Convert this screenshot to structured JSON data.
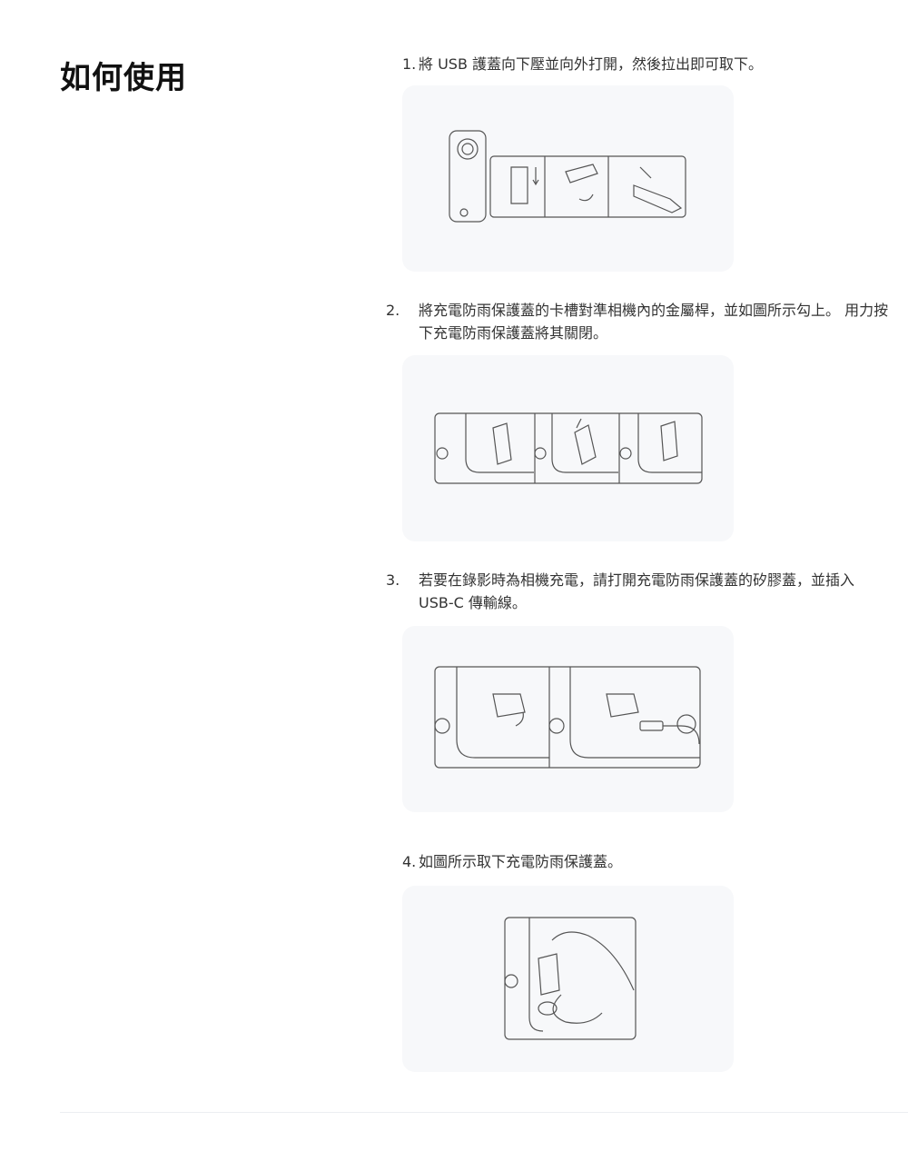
{
  "title": "如何使用",
  "steps": [
    {
      "num": "1.",
      "text": "將 USB 護蓋向下壓並向外打開，然後拉出即可取下。"
    },
    {
      "num": "2.",
      "text": "將充電防雨保護蓋的卡槽對準相機內的金屬桿，並如圖所示勾上。 用力按下充電防雨保護蓋將其關閉。"
    },
    {
      "num": "3.",
      "text": "若要在錄影時為相機充電，請打開充電防雨保護蓋的矽膠蓋，並插入 USB-C 傳輸線。"
    },
    {
      "num": "4.",
      "text": "如圖所示取下充電防雨保護蓋。"
    }
  ]
}
